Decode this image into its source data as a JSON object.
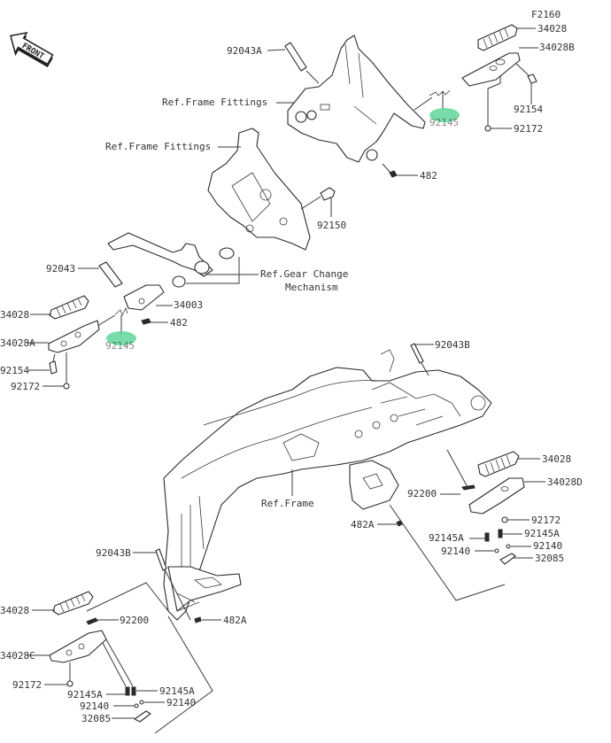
{
  "diagram": {
    "code": "F2160",
    "direction_badge": "FRONT",
    "highlight_color": "#5fd69a",
    "highlighted_part": "92145",
    "labels": {
      "p92043A": "92043A",
      "ref_frame_fittings_1": "Ref.Frame Fittings",
      "ref_frame_fittings_2": "Ref.Frame Fittings",
      "p34028_tr": "34028",
      "p34028B": "34028B",
      "p92154_tr": "92154",
      "p92172_tr": "92172",
      "p92145_tr": "92145",
      "p482_top": "482",
      "p92150": "92150",
      "p92043": "92043",
      "ref_gear_change_1": "Ref.Gear Change",
      "ref_gear_change_2": "Mechanism",
      "p34003": "34003",
      "p482_mid": "482",
      "p34028_l": "34028",
      "p34028A": "34028A",
      "p92145_l": "92145",
      "p92154_l": "92154",
      "p92172_l": "92172",
      "p92043B_r": "92043B",
      "ref_frame": "Ref.Frame",
      "p92200_r": "92200",
      "p34028_r": "34028",
      "p34028D": "34028D",
      "p92172_r": "92172",
      "p482A_r": "482A",
      "p92145A_r1": "92145A",
      "p92145A_r2": "92145A",
      "p92140_r1": "92140",
      "p92140_r2": "92140",
      "p32085_r": "32085",
      "p92043B_l": "92043B",
      "p482A_l": "482A",
      "p34028_bl": "34028",
      "p92200_bl": "92200",
      "p34028C": "34028C",
      "p92172_bl": "92172",
      "p92145A_bl1": "92145A",
      "p92145A_bl2": "92145A",
      "p92140_bl1": "92140",
      "p92140_bl2": "92140",
      "p32085_bl": "32085"
    }
  }
}
